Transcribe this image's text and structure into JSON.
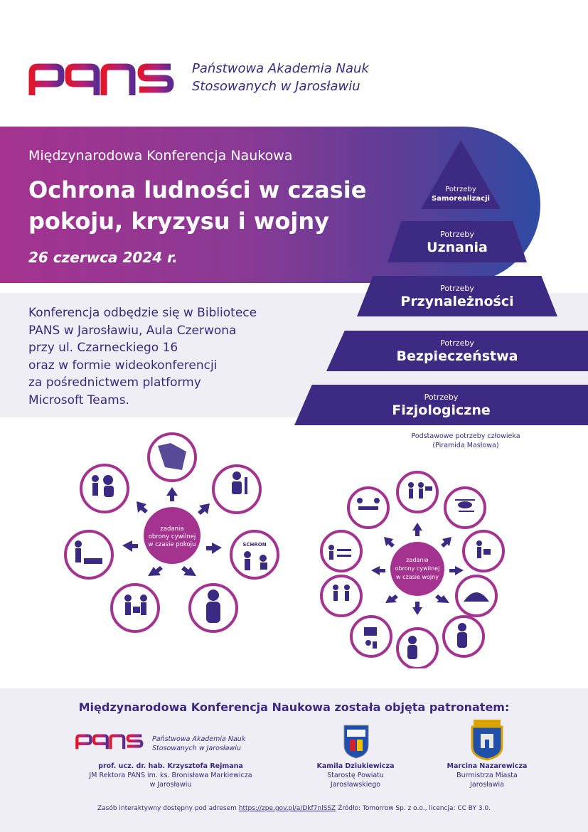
{
  "header": {
    "logo_line1": "Państwowa Akademia Nauk",
    "logo_line2": "Stosowanych w Jarosławiu"
  },
  "banner": {
    "subtitle": "Międzynarodowa Konferencja Naukowa",
    "title_line1": "Ochrona ludności w czasie",
    "title_line2": "pokoju, kryzysu i wojny",
    "date": "26 czerwca 2024 r."
  },
  "info": {
    "lines": [
      "Konferencja odbędzie się w Bibliotece",
      "PANS w Jarosławiu, Aula Czerwona",
      "przy ul. Czarneckiego 16",
      "oraz w formie wideokonferencji",
      "za pośrednictwem platformy",
      "Microsoft Teams."
    ]
  },
  "pyramid": {
    "levels": [
      {
        "small": "Potrzeby",
        "big": "Samorealizacji"
      },
      {
        "small": "Potrzeby",
        "big": "Uznania"
      },
      {
        "small": "Potrzeby",
        "big": "Przynależności"
      },
      {
        "small": "Potrzeby",
        "big": "Bezpieczeństwa"
      },
      {
        "small": "Potrzeby",
        "big": "Fizjologiczne"
      }
    ],
    "caption_line1": "Podstawowe potrzeby człowieka",
    "caption_line2": "(Piramida Masłowa)"
  },
  "peace_diagram": {
    "center_line1": "zadania",
    "center_line2": "obrony cywilnej",
    "center_line3": "w czasie pokoju",
    "shelter_label": "SCHRON"
  },
  "war_diagram": {
    "center_line1": "zadania",
    "center_line2": "obrony cywilnej",
    "center_line3": "w czasie wojny"
  },
  "patrons": {
    "title": "Międzynarodowa Konferencja Naukowa została objęta patronatem:",
    "pans_logo_line1": "Państwowa Akademia Nauk",
    "pans_logo_line2": "Stosowanych w Jarosławiu",
    "p1_line1": "prof. ucz. dr. hab. Krzysztofa Rejmana",
    "p1_line2": "JM Rektora PANS im. ks. Bronisława Markiewicza",
    "p1_line3": "w Jarosławiu",
    "p2_line1": "Kamila Dziukiewicza",
    "p2_line2": "Starostę Powiatu",
    "p2_line3": "Jarosławskiego",
    "p3_line1": "Marcina Nazarewicza",
    "p3_line2": "Burmistrza Miasta",
    "p3_line3": "Jarosławia"
  },
  "footer": {
    "before": "Zasób interaktywny dostępny pod adresem",
    "link": "https://zpe.gov.pl/a/Dkf7nlSSZ",
    "after": "Źródło: Tomorrow Sp. z o.o., licencja: CC BY 3.0."
  },
  "colors": {
    "brand_red": "#e0162b",
    "brand_purple": "#3b2a84",
    "magenta": "#a4338f"
  }
}
